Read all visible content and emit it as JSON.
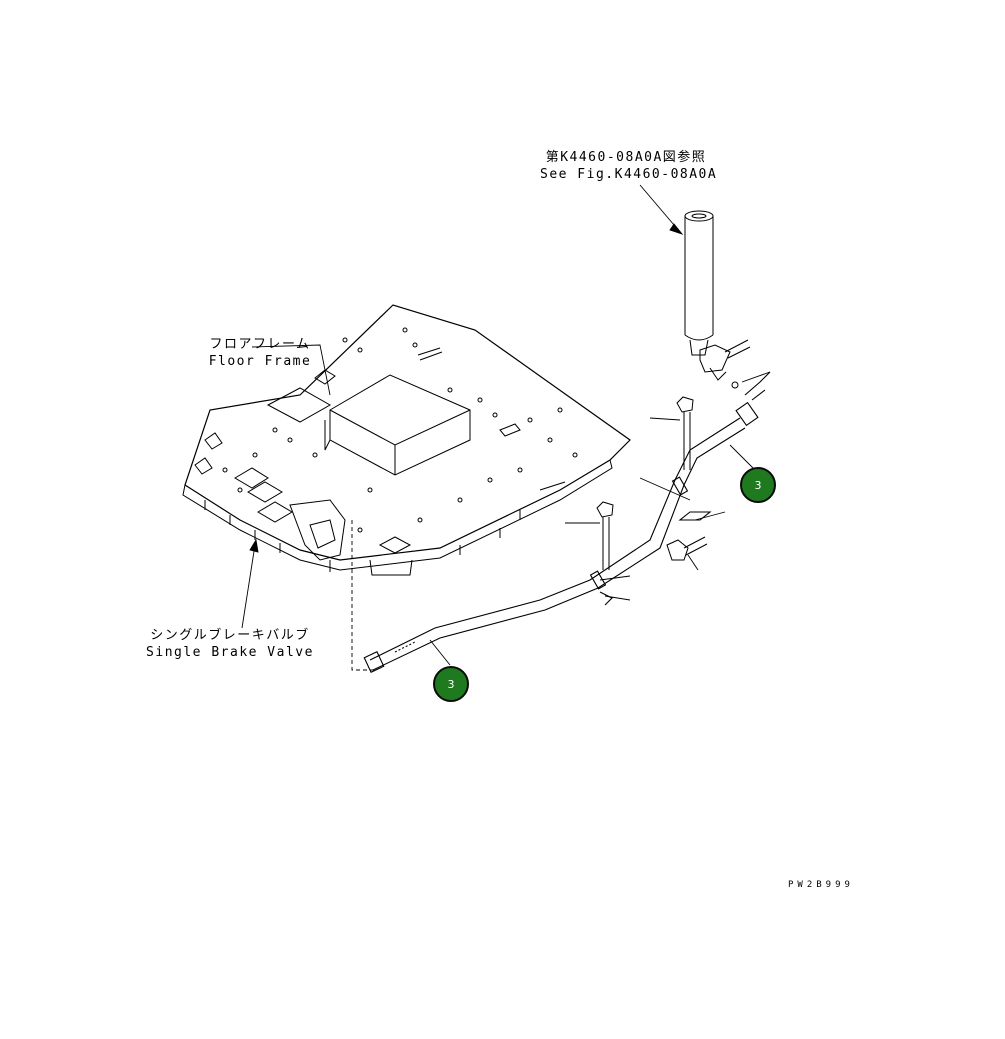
{
  "labels": {
    "ref_jp": "第K4460-08A0A図参照",
    "ref_en": "See Fig.K4460-08A0A",
    "floor_jp": "フロアフレーム",
    "floor_en": "Floor Frame",
    "valve_jp": "シングルブレーキバルブ",
    "valve_en": "Single Brake Valve"
  },
  "callouts": [
    "3",
    "3"
  ],
  "drawing_code": "PW2B999",
  "colors": {
    "callout_fill": "#1f7a1f",
    "line": "#000000"
  }
}
